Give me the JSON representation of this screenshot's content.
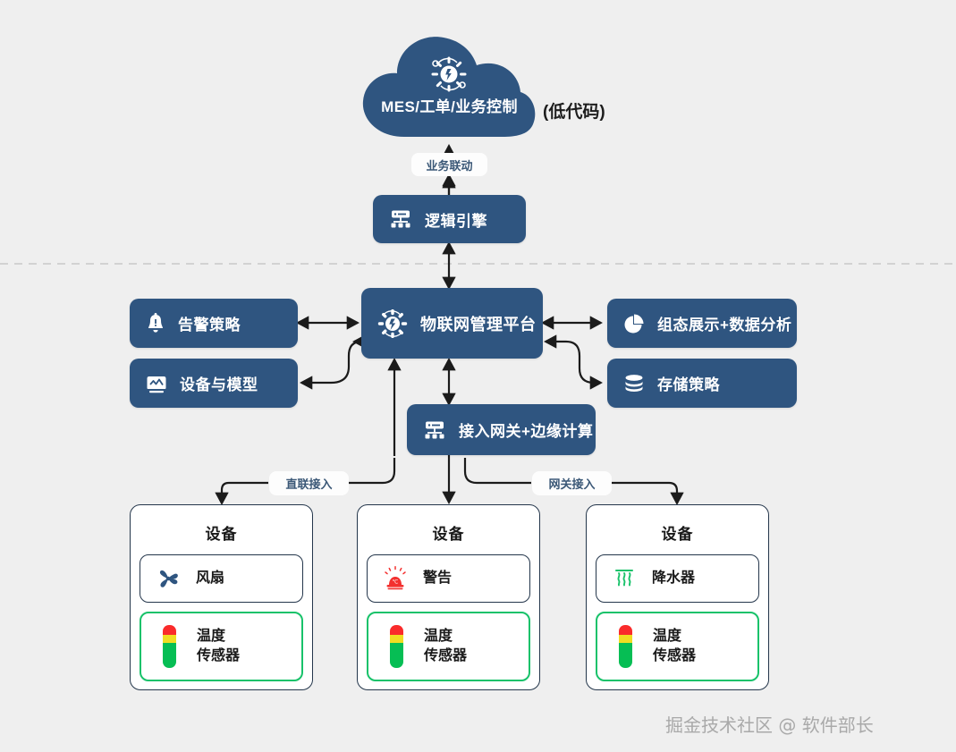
{
  "diagram": {
    "title_cloud": "MES/工单/业务控制",
    "cloud_badge": "(低代码)",
    "cloud_icon": "iot-gear-icon",
    "edge_labels": {
      "business_link": "业务联动",
      "direct_access": "直联接入",
      "gateway_access": "网关接入"
    },
    "nodes": {
      "logic_engine": {
        "label": "逻辑引擎",
        "icon": "server-rack-icon"
      },
      "iot_platform": {
        "label": "物联网管理平台",
        "icon": "iot-gear-icon"
      },
      "alarm_policy": {
        "label": "告警策略",
        "icon": "bell-icon"
      },
      "device_model": {
        "label": "设备与模型",
        "icon": "monitor-icon"
      },
      "visualization": {
        "label": "组态展示+数据分析",
        "icon": "pie-chart-icon"
      },
      "storage_policy": {
        "label": "存储策略",
        "icon": "database-icon"
      },
      "gateway_edge": {
        "label": "接入网关+边缘计算",
        "icon": "server-rack-icon"
      }
    },
    "device_cards": [
      {
        "title": "设备",
        "primary": {
          "label": "风扇",
          "icon": "fan-icon"
        },
        "sensor": {
          "label_line1": "温度",
          "label_line2": "传感器",
          "icon": "temperature-sensor-icon"
        }
      },
      {
        "title": "设备",
        "primary": {
          "label": "警告",
          "icon": "alarm-siren-icon"
        },
        "sensor": {
          "label_line1": "温度",
          "label_line2": "传感器",
          "icon": "temperature-sensor-icon"
        }
      },
      {
        "title": "设备",
        "primary": {
          "label": "降水器",
          "icon": "sprinkler-icon"
        },
        "sensor": {
          "label_line1": "温度",
          "label_line2": "传感器",
          "icon": "temperature-sensor-icon"
        }
      }
    ],
    "watermark": "掘金技术社区 @ 软件部长",
    "colors": {
      "background": "#efefef",
      "box_blue": "#2f5580",
      "card_border": "#24364b",
      "accent_green": "#18c26a",
      "alarm_red": "#fa2b2b",
      "label_blue": "#3b5877",
      "divider_gray": "#c9c9c9"
    }
  }
}
